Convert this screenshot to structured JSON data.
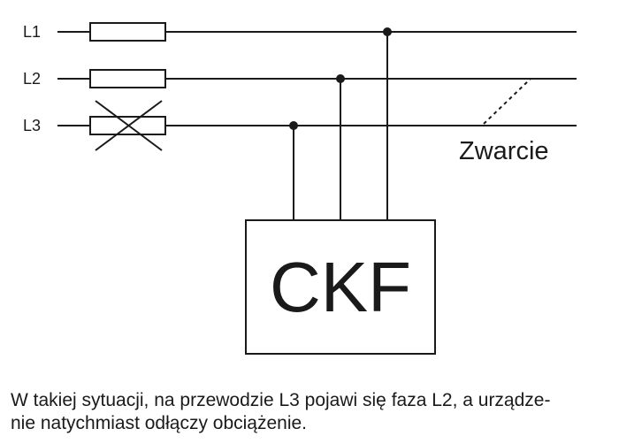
{
  "diagram": {
    "lines": [
      {
        "label": "L1",
        "fuse_blown": false
      },
      {
        "label": "L2",
        "fuse_blown": false
      },
      {
        "label": "L3",
        "fuse_blown": true
      }
    ],
    "fault_label": "Zwarcie",
    "device_label": "CKF"
  },
  "caption": {
    "line1": "W takiej sytuacji, na przewodzie L3 pojawi się faza L2, a urządze-",
    "line2": "nie natychmiast odłączy obciążenie."
  }
}
